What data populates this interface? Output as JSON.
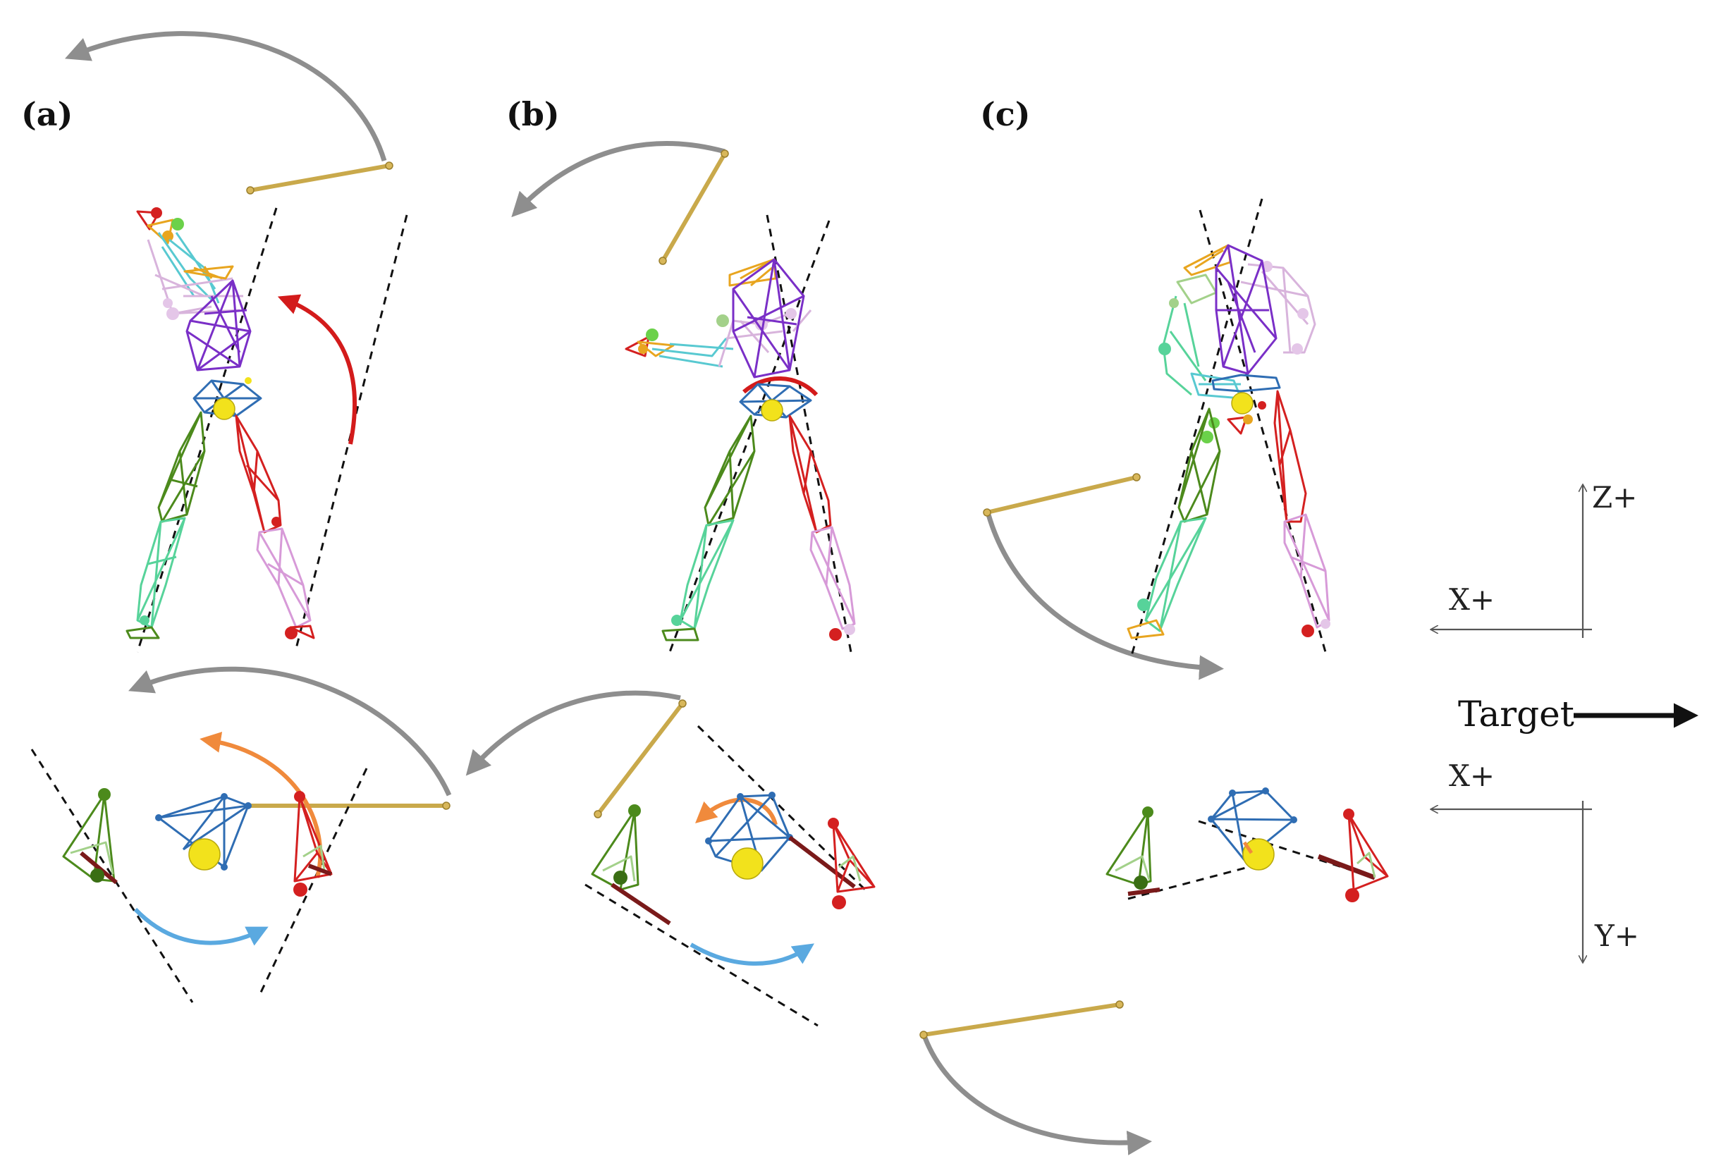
{
  "panels": [
    {
      "label": "(a)"
    },
    {
      "label": "(b)"
    },
    {
      "label": "(c)"
    }
  ],
  "axes_front": {
    "vertical": "Z+",
    "horizontal": "X+"
  },
  "axes_top": {
    "vertical": "Y+",
    "horizontal": "X+"
  },
  "target_label": "Target",
  "colors": {
    "club": "#c9a94b",
    "swing_arc": "#8e8e8e",
    "pelvis": "#2f6db3",
    "pelvis_center": "#f2e21c",
    "thorax": "#7a2fc7",
    "left_thigh": "#4c8a1c",
    "left_shank": "#57d39a",
    "right_thigh": "#d42020",
    "right_shank": "#d79ad8",
    "arm_upper": "#d8b4dc",
    "forearm": "#58c9d1",
    "hand": "#e8a51f",
    "hip_rotation_arrow": "#d31b1b",
    "thorax_rotation_arrow": "#f08a3c",
    "pelvis_rotation_arrow": "#5aa9e0"
  }
}
